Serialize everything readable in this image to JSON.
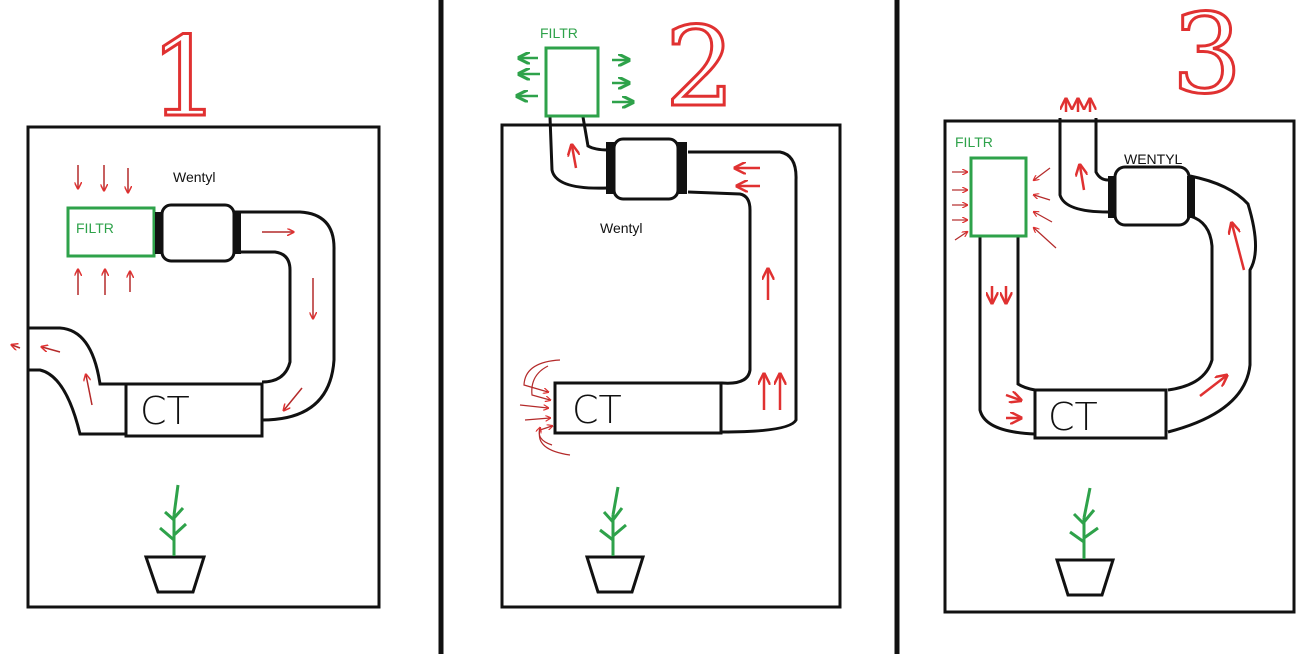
{
  "colors": {
    "line": "#111111",
    "filter": "#2ea24a",
    "arrow": "#e03131",
    "arrow_thin": "#b42a2a",
    "plant": "#2ea24a"
  },
  "panels": [
    {
      "number": "1",
      "fan_label": "Wentyl",
      "filter_label": "FILTR",
      "tent_label": "CT"
    },
    {
      "number": "2",
      "fan_label": "Wentyl",
      "filter_label": "FILTR",
      "tent_label": "CT"
    },
    {
      "number": "3",
      "fan_label": "WENTYL",
      "filter_label": "FILTR",
      "tent_label": "CT"
    }
  ]
}
